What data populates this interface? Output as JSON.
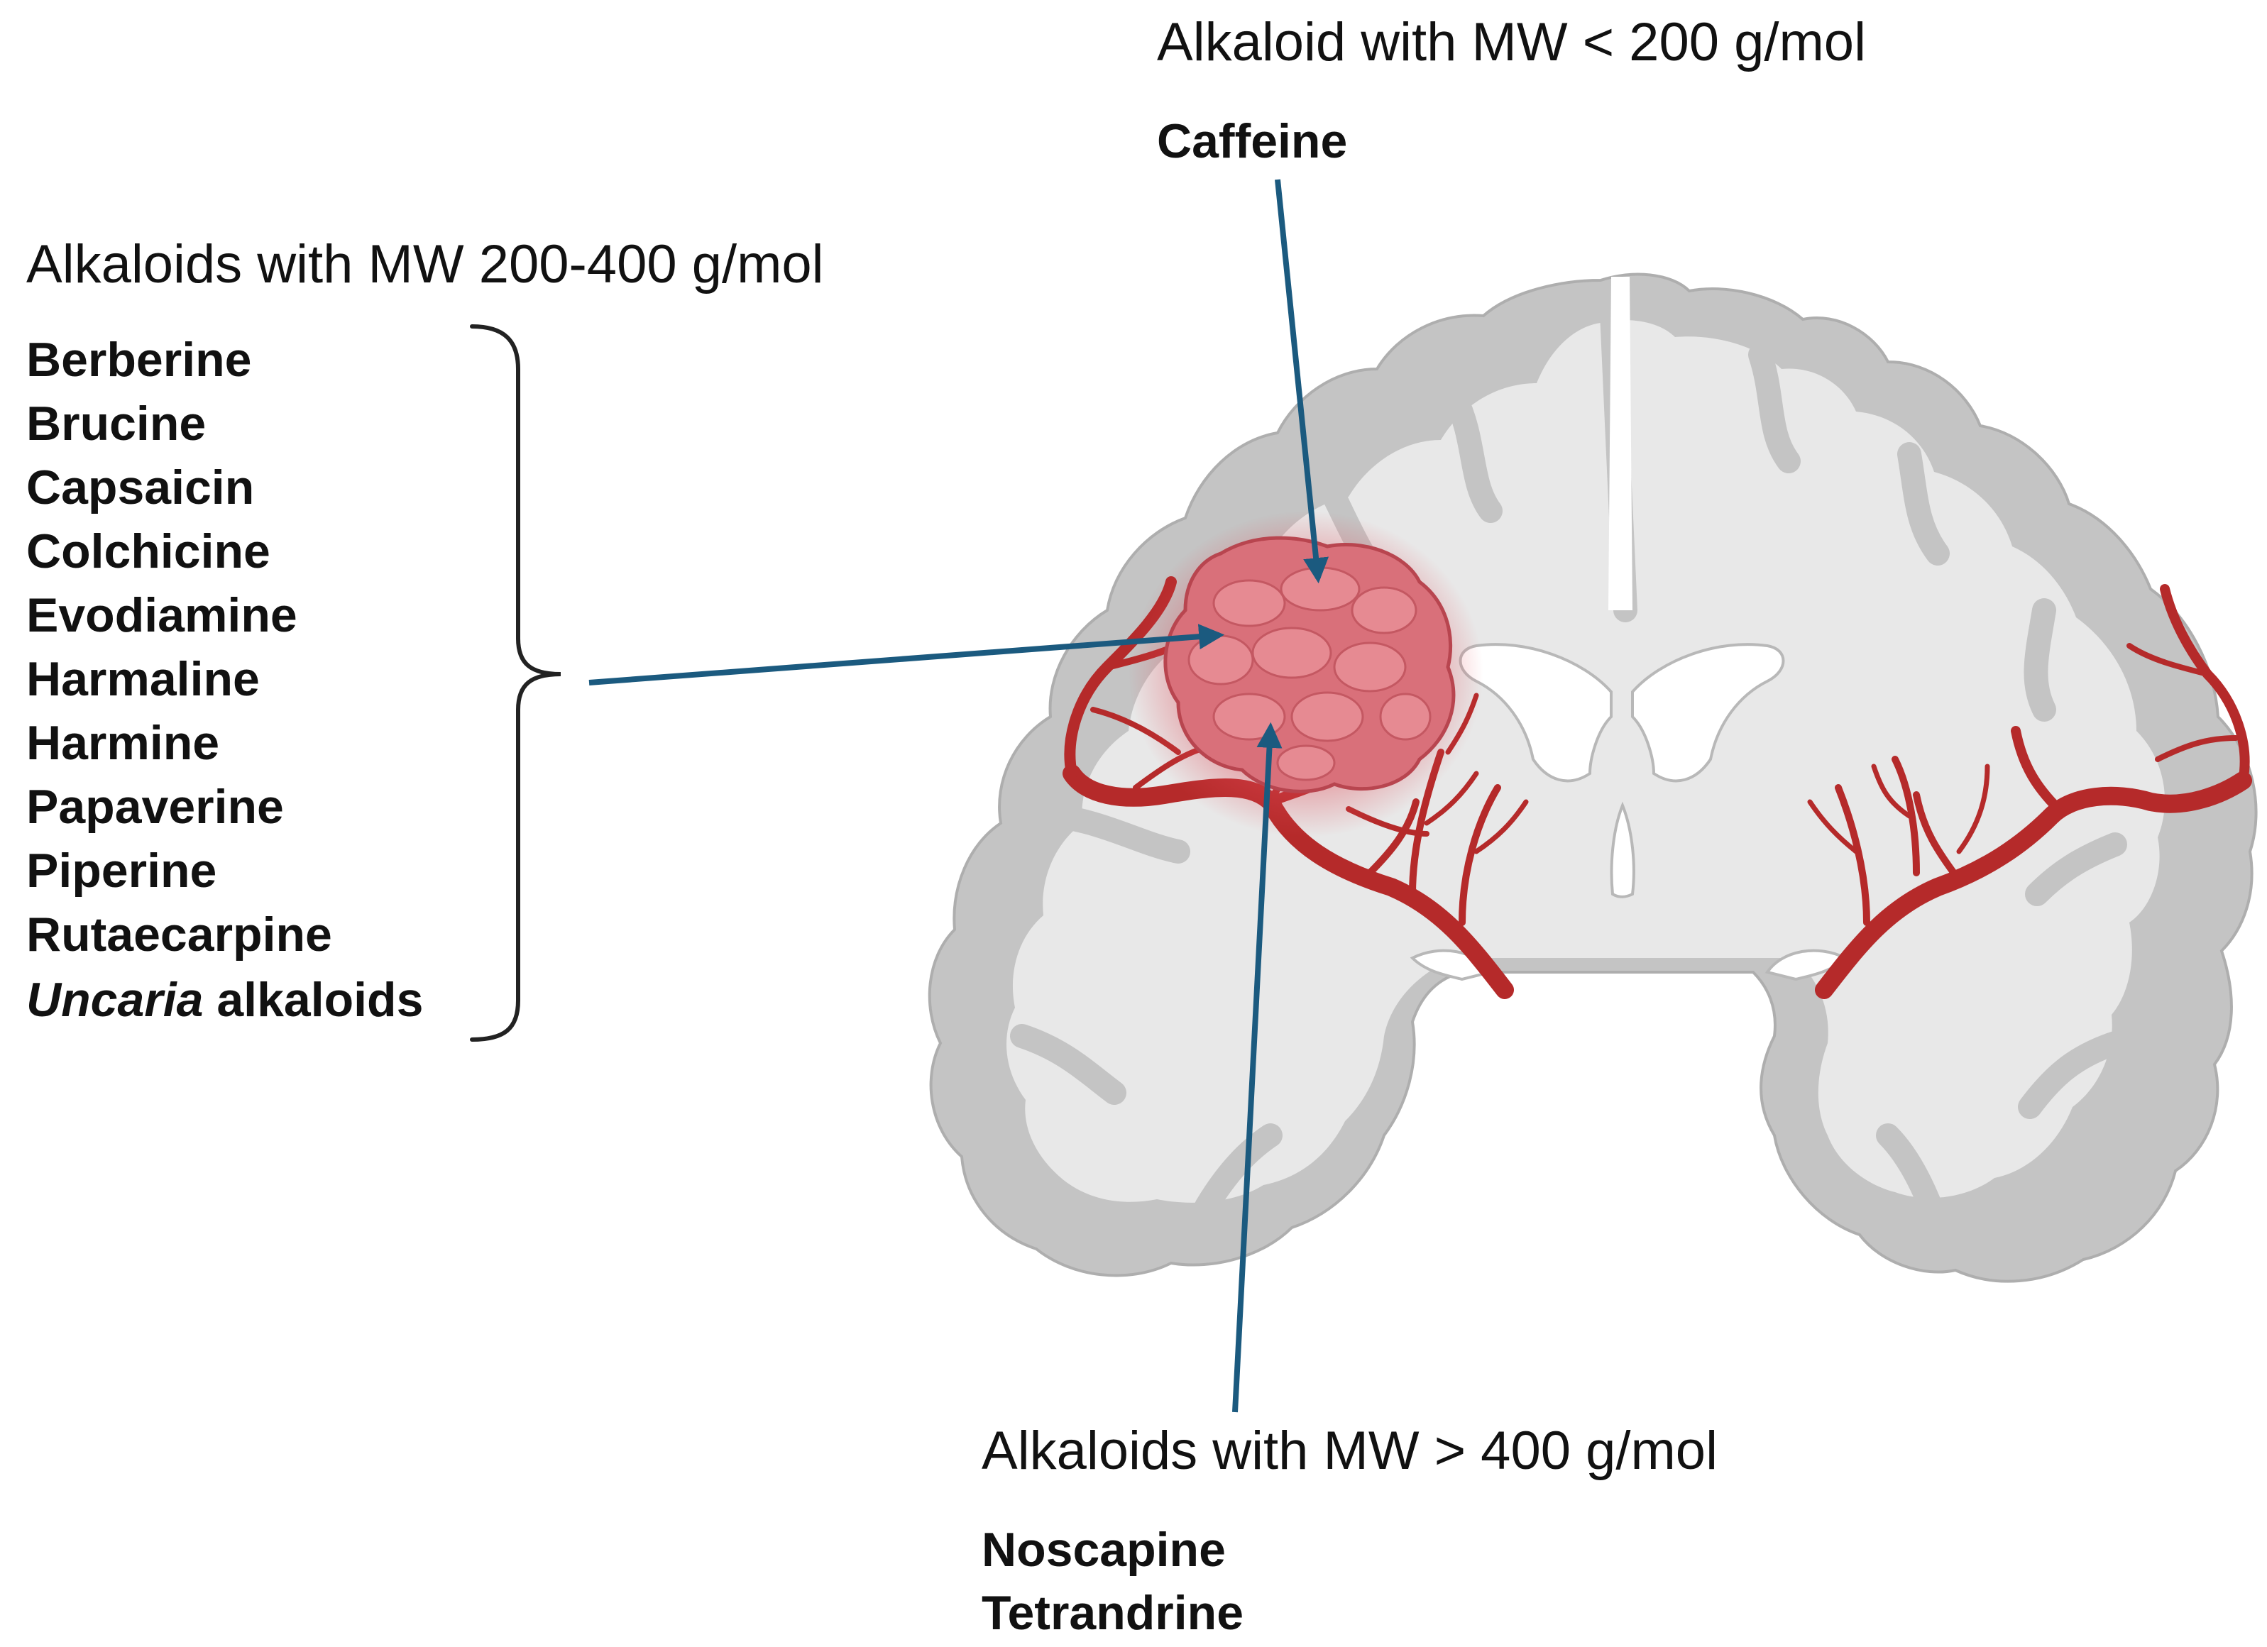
{
  "groups": {
    "low": {
      "heading": "Alkaloid with MW < 200 g/mol",
      "items": [
        "Caffeine"
      ]
    },
    "mid": {
      "heading": "Alkaloids with MW 200-400 g/mol",
      "items": [
        "Berberine",
        "Brucine",
        "Capsaicin",
        "Colchicine",
        "Evodiamine",
        "Harmaline",
        "Harmine",
        "Papaverine",
        "Piperine",
        "Rutaecarpine"
      ],
      "last_item_italic": "Uncaria",
      "last_item_rest": " alkaloids"
    },
    "high": {
      "heading": "Alkaloids with MW > 400 g/mol",
      "items": [
        "Noscapine",
        "Tetrandrine"
      ]
    }
  },
  "colors": {
    "arrow": "#1b5a7f",
    "brain_outer": "#c4c4c4",
    "brain_inner": "#e8e8e8",
    "tumor": "#d9707a",
    "vessel": "#b52a2a",
    "bracket": "#222222"
  }
}
